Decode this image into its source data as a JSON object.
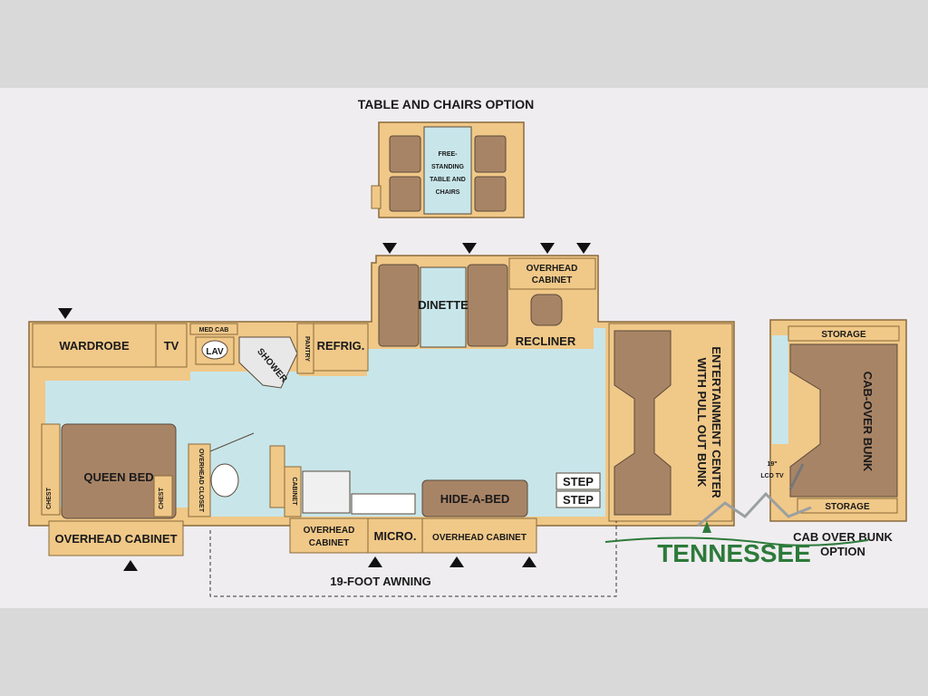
{
  "option_table": {
    "title": "TABLE AND CHAIRS OPTION",
    "table_label": [
      "FREE-",
      "STANDING",
      "TABLE AND",
      "CHAIRS"
    ]
  },
  "rooms": {
    "wardrobe": "WARDROBE",
    "tv": "TV",
    "med_cab": "MED CAB",
    "lav": "LAV",
    "shower": "SHOWER",
    "pantry": "PANTRY",
    "refrig": "REFRIG.",
    "dinette": "DINETTE",
    "overhead_cabinet_top": [
      "OVERHEAD",
      "CABINET"
    ],
    "recliner": "RECLINER",
    "entertainment": [
      "ENTERTAINMENT CENTER",
      "WITH PULL OUT BUNK"
    ],
    "queen_bed": "QUEEN BED",
    "chest": "CHEST",
    "overhead_cabinet_bed": "OVERHEAD CABINET",
    "overhead_cabinet_mid": [
      "OVERHEAD",
      "CABINET"
    ],
    "micro": "MICRO.",
    "overhead_cabinet_right": "OVERHEAD CABINET",
    "hide_a_bed": "HIDE-A-BED",
    "step": "STEP",
    "cabinet": "CABINET",
    "closet": "OVERHEAD CLOSET",
    "awning": "19-FOOT AWNING"
  },
  "cab_over": {
    "storage": "STORAGE",
    "bunk": "CAB-OVER BUNK",
    "lcd_tv": [
      "19\"",
      "LCD TV"
    ],
    "option_label": [
      "CAB OVER BUNK",
      "OPTION"
    ]
  },
  "brand": {
    "name": "TENNESSEE",
    "color": "#2d7a3a"
  },
  "colors": {
    "cabinet": "#f0c888",
    "cabinet_stroke": "#8a6a3a",
    "floor": "#c8e6ea",
    "furniture": "#a88466",
    "outline": "#5a4a3a"
  }
}
